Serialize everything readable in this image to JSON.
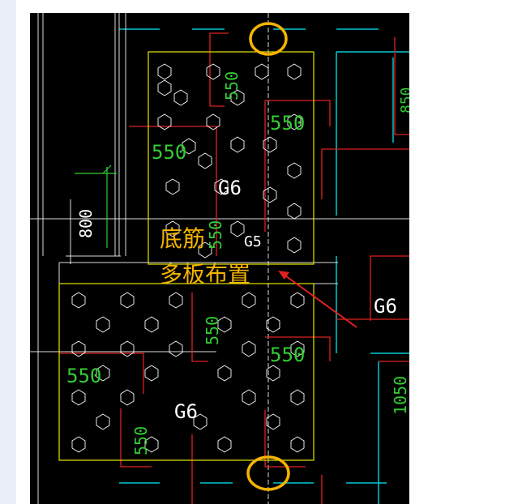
{
  "annotation": {
    "line1": "底筋",
    "line2": "多板布置",
    "color": "#f5b400",
    "arrow_color": "#e02020"
  },
  "cad": {
    "background": "#000000",
    "slab_outline_color": "#e6e600",
    "rebar_color": "#e02020",
    "axis_color": "#ffffff",
    "wall_color": "#00c8d0",
    "dim_color": "#33cc33",
    "slab_labels": [
      "G6",
      "G6",
      "G6"
    ],
    "partial_label": "G5",
    "dimensions": [
      "550",
      "550",
      "550",
      "550",
      "550",
      "550",
      "550",
      "800",
      "1050",
      "850"
    ],
    "marker_icon": "circle-highlight"
  }
}
